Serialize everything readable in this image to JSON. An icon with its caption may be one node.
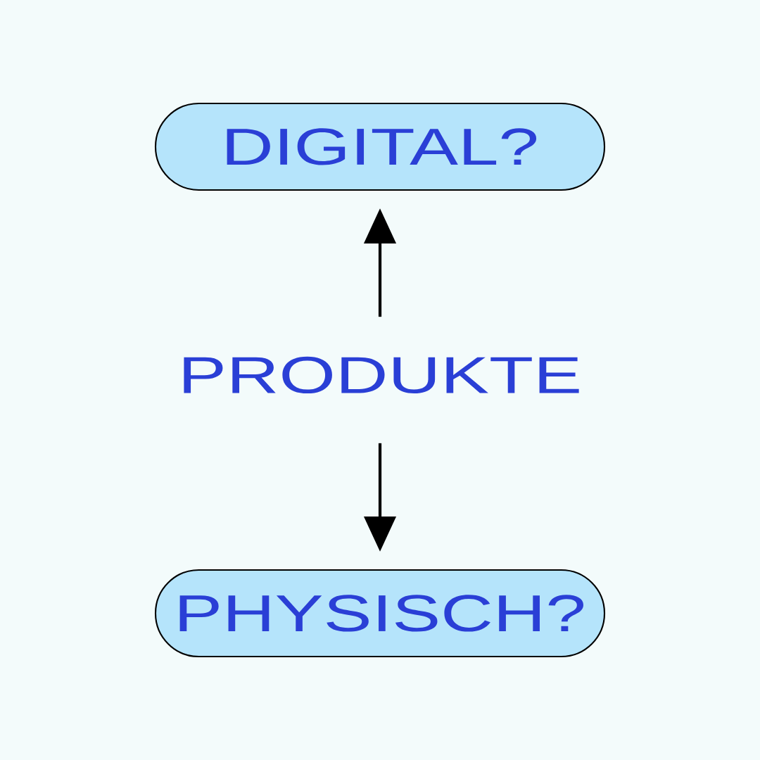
{
  "diagram": {
    "nodes": [
      {
        "text": [
          "DIGITAL?"
        ]
      },
      {
        "text": [
          "PRODUKTE"
        ]
      },
      {
        "text": [
          "PHYSISCH?"
        ]
      }
    ],
    "edges": [
      {
        "from": 1,
        "to": 0,
        "arrow": "to"
      },
      {
        "from": 1,
        "to": 2,
        "arrow": "to"
      }
    ]
  }
}
